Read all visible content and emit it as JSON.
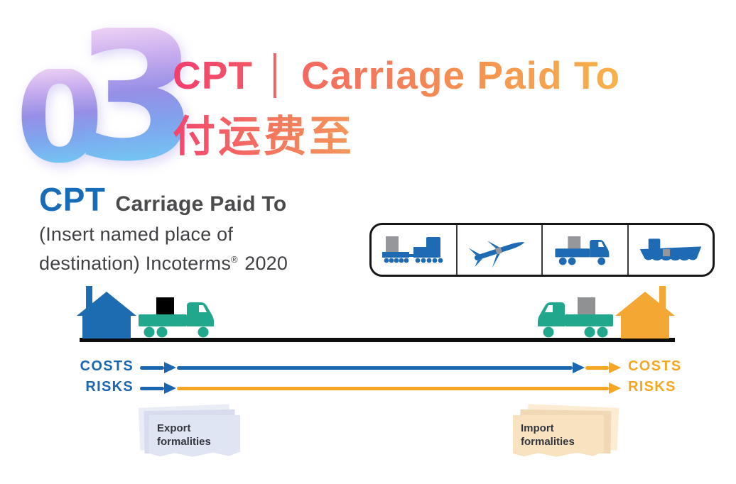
{
  "palette": {
    "title_gradient_start": "#f23e6d",
    "title_gradient_end": "#f7b14b",
    "term_abbr_blue": "#176cba",
    "term_text_gray": "#4b4b4d",
    "icon_blue": "#1e6bb3",
    "container_gray": "#95979a",
    "truck_teal": "#20a78c",
    "seller_building_blue": "#1d6bb1",
    "buyer_building_orange": "#f5a733",
    "flow_blue": "#1b66b0",
    "flow_orange": "#f5a623",
    "export_paper": "#dfe5f2",
    "import_paper": "#f9e2c0"
  },
  "header": {
    "index_number": "03",
    "index_digits": [
      "0",
      "3"
    ],
    "title_en": "CPT │ Carriage Paid To",
    "title_zh": "付运费至"
  },
  "term": {
    "abbr": "CPT",
    "name": "Carriage Paid To",
    "subtitle_line1": "(Insert named place of",
    "subtitle_line2": "destination) Incoterms",
    "reg_mark": "®",
    "year": "2020"
  },
  "transport_modes": {
    "modes": [
      "rail",
      "air",
      "road",
      "sea"
    ]
  },
  "timeline": {
    "costs_left": "COSTS",
    "risks_left": "RISKS",
    "costs_right": "COSTS",
    "risks_right": "RISKS"
  },
  "formalities": {
    "export_label": "Export formalities",
    "import_label": "Import formalities"
  }
}
